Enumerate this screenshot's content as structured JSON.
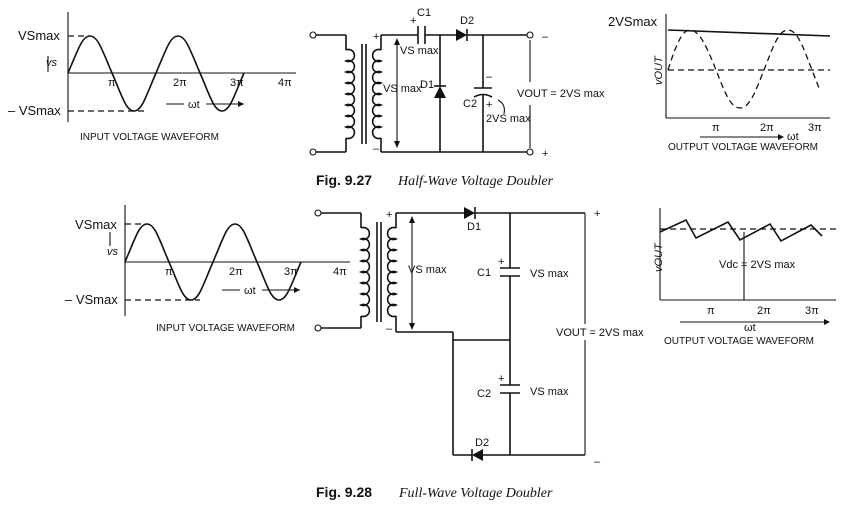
{
  "fig27": {
    "caption_num": "Fig. 9.27",
    "caption_title": "Half-Wave Voltage Doubler",
    "input": {
      "vmax": "VSmax",
      "vmin": "– VSmax",
      "vs": "vs",
      "ticks": [
        "π",
        "2π",
        "3π",
        "4π"
      ],
      "wt": "ωt",
      "label": "INPUT VOLTAGE WAVEFORM"
    },
    "circuit": {
      "c1": "C1",
      "c1_v": "VS max",
      "d2": "D2",
      "d1": "D1",
      "c2": "C2",
      "c2_v": "2VS max",
      "vs_max": "VS max",
      "vout": "VOUT = 2VS max",
      "plus": "+",
      "minus": "–"
    },
    "output": {
      "vmax": "2VSmax",
      "vout": "vOUT",
      "ticks": [
        "π",
        "2π",
        "3π"
      ],
      "wt": "ωt",
      "label": "OUTPUT VOLTAGE WAVEFORM"
    }
  },
  "fig28": {
    "caption_num": "Fig. 9.28",
    "caption_title": "Full-Wave Voltage Doubler",
    "input": {
      "vmax": "VSmax",
      "vmin": "– VSmax",
      "vs": "vs",
      "ticks": [
        "π",
        "2π",
        "3π",
        "4π"
      ],
      "wt": "ωt",
      "label": "INPUT VOLTAGE WAVEFORM"
    },
    "circuit": {
      "d1": "D1",
      "c1": "C1",
      "c1_v": "VS max",
      "c2": "C2",
      "c2_v": "VS max",
      "d2": "D2",
      "vs_max": "VS max",
      "vout": "VOUT = 2VS max",
      "plus": "+",
      "minus": "–"
    },
    "output": {
      "vdc": "Vdc = 2VS max",
      "vout": "vOUT",
      "ticks": [
        "π",
        "2π",
        "3π"
      ],
      "wt": "ωt",
      "label": "OUTPUT VOLTAGE WAVEFORM"
    }
  }
}
